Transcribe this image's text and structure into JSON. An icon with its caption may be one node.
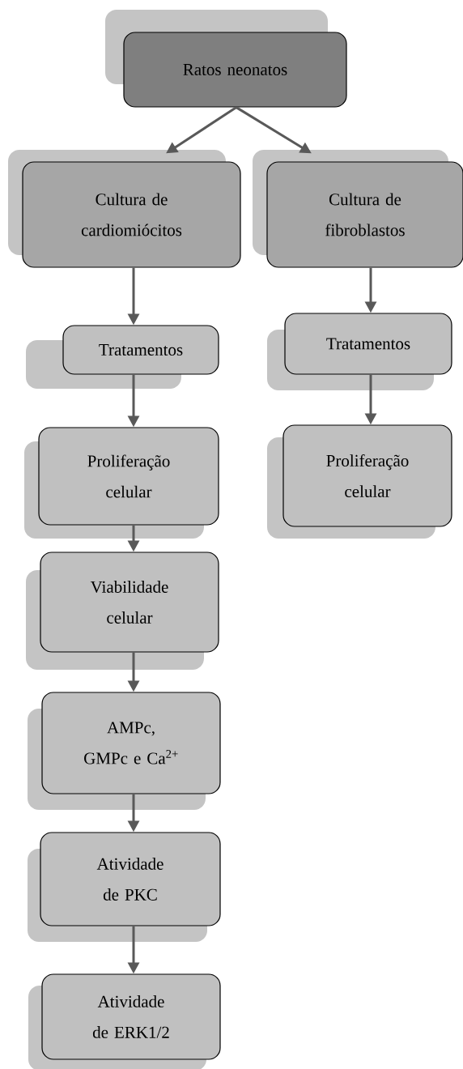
{
  "diagram": {
    "nodes": [
      {
        "text": [
          "Ratos neonatos"
        ]
      },
      {
        "text": [
          "Cultura de cardiomiócitos"
        ]
      },
      {
        "text": [
          "Cultura de fibroblastos"
        ]
      },
      {
        "text": [
          "Tratamentos"
        ]
      },
      {
        "text": [
          "Tratamentos"
        ]
      },
      {
        "text": [
          "Proliferação celular"
        ]
      },
      {
        "text": [
          "Proliferação celular"
        ]
      },
      {
        "text": [
          "Viabilidade celular"
        ]
      },
      {
        "text": [
          "AMPc, GMPc e Ca$^{2+}$"
        ]
      },
      {
        "text": [
          "Atividade de PKC"
        ]
      },
      {
        "text": [
          "Atividade de ERK1/2"
        ]
      }
    ],
    "edges": [
      {
        "from": 0,
        "to": 1,
        "arrow": "to"
      },
      {
        "from": 0,
        "to": 2,
        "arrow": "to"
      },
      {
        "from": 1,
        "to": 3,
        "arrow": "to"
      },
      {
        "from": 3,
        "to": 5,
        "arrow": "to"
      },
      {
        "from": 5,
        "to": 7,
        "arrow": "to"
      },
      {
        "from": 7,
        "to": 8,
        "arrow": "to"
      },
      {
        "from": 8,
        "to": 9,
        "arrow": "to"
      },
      {
        "from": 9,
        "to": 10,
        "arrow": "to"
      },
      {
        "from": 2,
        "to": 4,
        "arrow": "to"
      },
      {
        "from": 4,
        "to": 6,
        "arrow": "to"
      }
    ]
  }
}
